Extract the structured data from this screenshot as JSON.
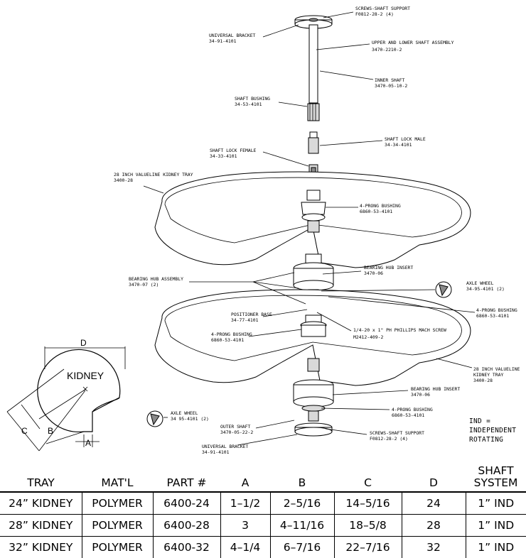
{
  "callouts": {
    "screws_shaft_support_top": [
      "SCREWS-SHAFT SUPPORT",
      "F0812-28-2 (4)"
    ],
    "universal_bracket_top": [
      "UNIVERSAL BRACKET",
      "34-91-4101"
    ],
    "upper_lower_shaft": [
      "UPPER AND LOWER SHAFT ASSEMBLY",
      "3470-2210-2"
    ],
    "inner_shaft": [
      "INNER SHAFT",
      "3470-05-10-2"
    ],
    "shaft_bushing": [
      "SHAFT BUSHING",
      "34-53-4101"
    ],
    "shaft_lock_male": [
      "SHAFT LOCK MALE",
      "34-34-4101"
    ],
    "shaft_lock_female": [
      "SHAFT LOCK FEMALE",
      "34-33-4101"
    ],
    "tray_top": [
      "28 INCH VALUELINE KIDNEY TRAY",
      "3400-28"
    ],
    "four_prong_top": [
      "4-PRONG BUSHING",
      "6860-53-4101"
    ],
    "bearing_hub_insert_top": [
      "BEARING HUB INSERT",
      "3470-06"
    ],
    "bearing_hub_assembly": [
      "BEARING HUB ASSEMBLY",
      "3470-07 (2)"
    ],
    "axle_wheel_right": [
      "AXLE WHEEL",
      "34-95-4101 (2)"
    ],
    "four_prong_right": [
      "4-PRONG BUSHING",
      "6860-53-4101"
    ],
    "positioner_base": [
      "POSITIONER BASE",
      "34-77-4101"
    ],
    "four_prong_left": [
      "4-PRONG BUSHING",
      "6860-53-4101"
    ],
    "phillips_screw": [
      "1/4-20 x 1\" PH PHILLIPS MACH SCREW",
      "M2412-409-2"
    ],
    "tray_bottom": [
      "28 INCH VALUELINE",
      "KIDNEY TRAY",
      "3400-28"
    ],
    "bearing_hub_insert_bottom": [
      "BEARING HUB INSERT",
      "3470-06"
    ],
    "four_prong_bottom": [
      "4-PRONG BUSHING",
      "6860-53-4101"
    ],
    "axle_wheel_left": [
      "AXLE WHEEL",
      "34 95-4101 (2)"
    ],
    "outer_shaft": [
      "OUTER SHAFT",
      "3470-05-22-2"
    ],
    "screws_shaft_support_bottom": [
      "SCREWS-SHAFT SUPPORT",
      "F0812-28-2 (4)"
    ],
    "universal_bracket_bottom": [
      "UNIVERSAL BRACKET",
      "34-91-4101"
    ]
  },
  "legend_note": [
    "IND =",
    "INDEPENDENT",
    "ROTATING"
  ],
  "dimension_diagram": {
    "shape_label": "KIDNEY",
    "labels": {
      "a": "A",
      "b": "B",
      "c": "C",
      "d": "D"
    }
  },
  "table": {
    "headers": [
      "TRAY",
      "MAT'L",
      "PART #",
      "A",
      "B",
      "C",
      "D",
      "SHAFT\nSYSTEM"
    ],
    "rows": [
      [
        "24” KIDNEY",
        "POLYMER",
        "6400-24",
        "1–1/2",
        "2–5/16",
        "14–5/16",
        "24",
        "1” IND"
      ],
      [
        "28” KIDNEY",
        "POLYMER",
        "6400-28",
        "3",
        "4–11/16",
        "18–5/8",
        "28",
        "1” IND"
      ],
      [
        "32” KIDNEY",
        "POLYMER",
        "6400-32",
        "4–1/4",
        "6–7/16",
        "22–7/16",
        "32",
        "1” IND"
      ]
    ]
  }
}
